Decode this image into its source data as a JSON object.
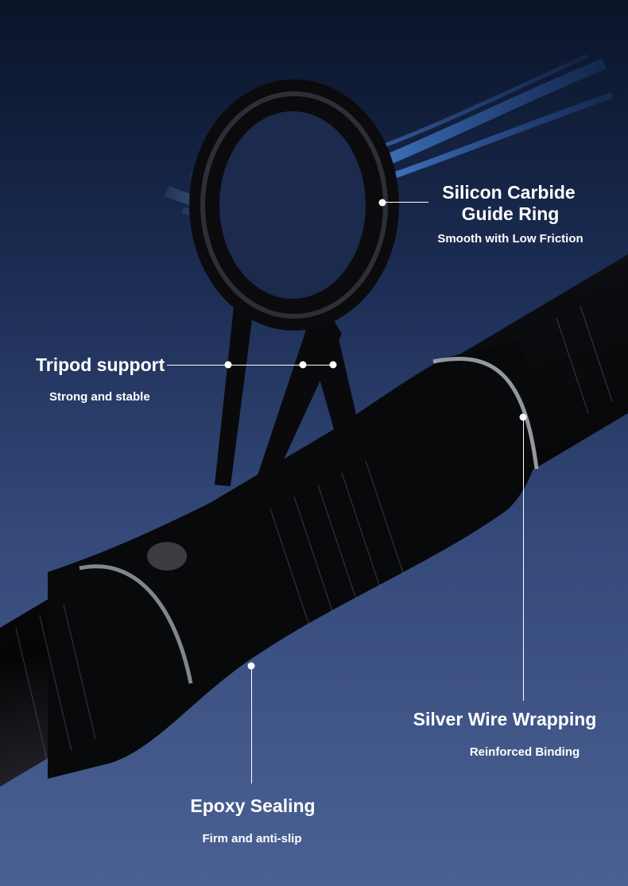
{
  "callouts": {
    "guide_ring": {
      "title_line1": "Silicon Carbide",
      "title_line2": "Guide Ring",
      "subtitle": "Smooth with Low Friction"
    },
    "tripod": {
      "title": "Tripod support",
      "subtitle": "Strong and stable"
    },
    "wire": {
      "title": "Silver Wire Wrapping",
      "subtitle": "Reinforced Binding"
    },
    "epoxy": {
      "title": "Epoxy Sealing",
      "subtitle": "Firm and anti-slip"
    }
  },
  "colors": {
    "background_top": "#0a1428",
    "background_bottom": "#4b6193",
    "accent_swoosh": "#4f8de0"
  }
}
